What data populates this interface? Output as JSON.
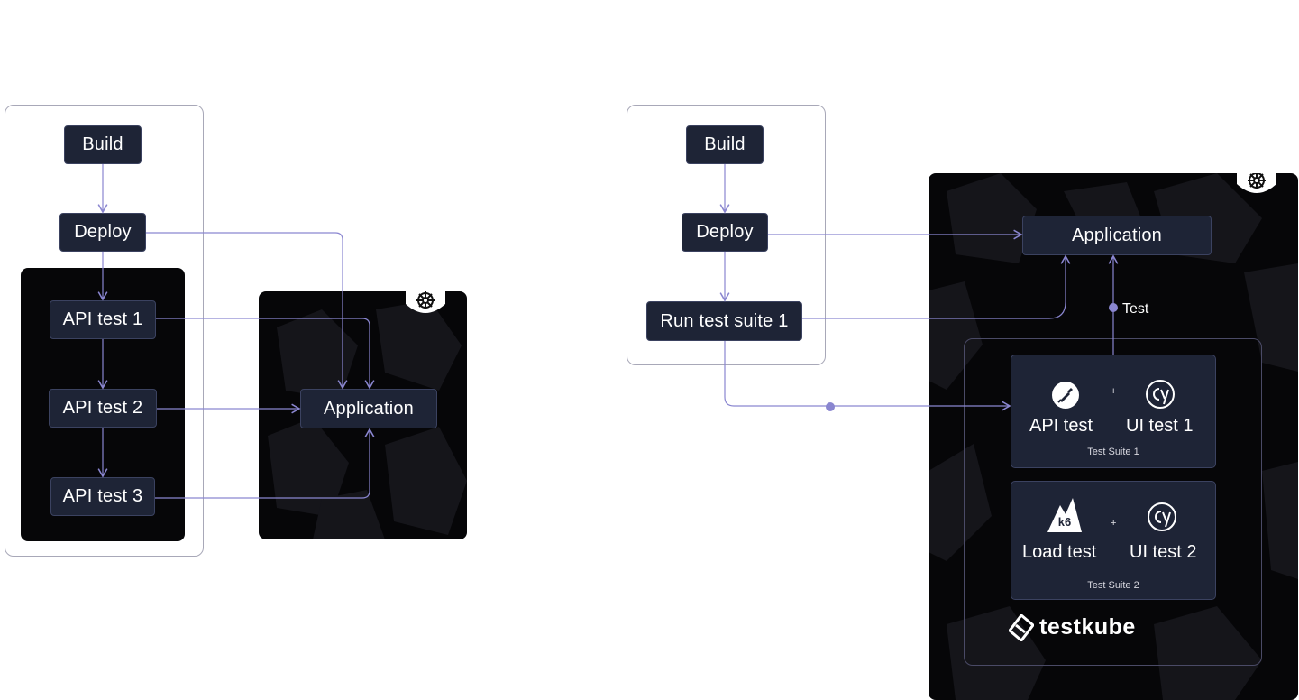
{
  "left_diagram": {
    "pipeline": {
      "build": "Build",
      "deploy": "Deploy",
      "api_test_1": "API test 1",
      "api_test_2": "API test 2",
      "api_test_3": "API test 3"
    },
    "cluster": {
      "application": "Application",
      "icon": "kubernetes-helm-icon"
    }
  },
  "right_diagram": {
    "pipeline": {
      "build": "Build",
      "deploy": "Deploy",
      "run_suite": "Run test suite 1"
    },
    "cluster": {
      "application": "Application",
      "test_label": "Test",
      "icon": "kubernetes-helm-icon",
      "suite_1": {
        "title": "Test Suite 1",
        "plus": "+",
        "items": [
          {
            "label": "API test",
            "icon": "postman-icon"
          },
          {
            "label": "UI test 1",
            "icon": "cypress-icon"
          }
        ]
      },
      "suite_2": {
        "title": "Test Suite 2",
        "plus": "+",
        "items": [
          {
            "label": "Load test",
            "icon": "k6-icon"
          },
          {
            "label": "UI test 2",
            "icon": "cypress-icon"
          }
        ]
      },
      "brand": "testkube"
    }
  },
  "colors": {
    "connector": "#8a86d0",
    "node_bg": "#1e2436",
    "panel_bg": "#060608"
  }
}
